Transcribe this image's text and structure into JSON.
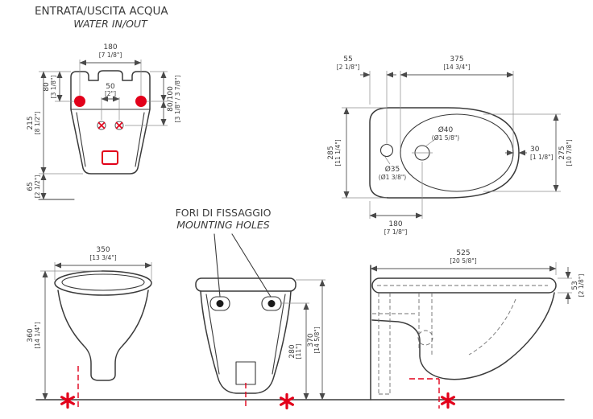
{
  "header": {
    "title_it": "ENTRATA/USCITA ACQUA",
    "title_en": "WATER IN/OUT"
  },
  "mounting_note": {
    "it": "FORI DI FISSAGGIO",
    "en": "MOUNTING HOLES"
  },
  "rear_view": {
    "width_mm": "180",
    "width_in": "[7 1/8\"]",
    "center_mm": "50",
    "center_in": "[2\"]",
    "left_mm": "80",
    "left_in": "[3 1/8\"]",
    "right_mm": "80/100",
    "right_in": "[3 1/8\" / 3 7/8\"]",
    "height_mm": "215",
    "height_in": "[8 1/2\"]",
    "floor_mm": "65",
    "floor_in": "[2 1/2\"]"
  },
  "top_view": {
    "offset_mm": "55",
    "offset_in": "[2 1/8\"]",
    "length_mm": "375",
    "length_in": "[14 3/4\"]",
    "width_mm": "285",
    "width_in": "[11 1/4\"]",
    "hole_big": "Ø40",
    "hole_big_in": "(Ø1 5/8\")",
    "hole_small": "Ø35",
    "hole_small_in": "(Ø1 3/8\")",
    "rim_mm": "30",
    "rim_in": "[1 1/8\"]",
    "inner_mm": "275",
    "inner_in": "[10 7/8\"]",
    "drain_mm": "180",
    "drain_in": "[7 1/8\"]"
  },
  "front_view": {
    "width_mm": "350",
    "width_in": "[13 3/4\"]",
    "height_mm": "360",
    "height_in": "[14 1/4\"]"
  },
  "back_view": {
    "height_mm": "370",
    "height_in": "[14 5/8\"]",
    "holes_mm": "280",
    "holes_in": "[11\"]"
  },
  "side_view": {
    "depth_mm": "525",
    "depth_in": "[20 5/8\"]",
    "rim_mm": "53",
    "rim_in": "[2 1/8\"]"
  },
  "footnote_marker": "*",
  "colors": {
    "accent_red": "#e2001a",
    "line": "#3a3a3a"
  }
}
